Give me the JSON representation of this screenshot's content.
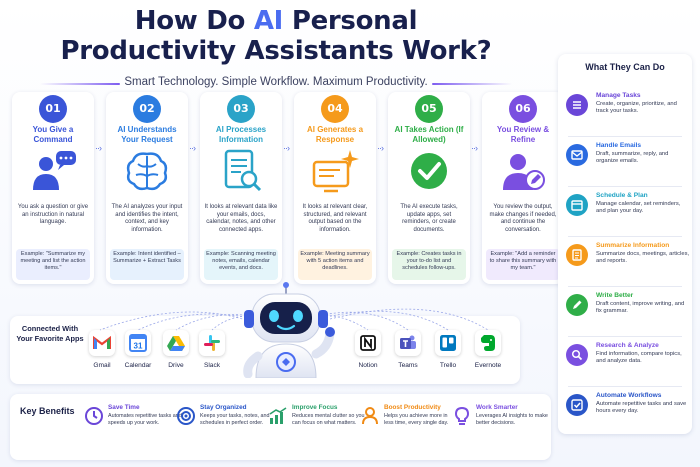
{
  "header": {
    "title_pre": "How Do ",
    "title_ai": "AI",
    "title_post": " Personal",
    "title_line2": "Productivity Assistants Work?",
    "subtitle": "Smart Technology. Simple Workflow. Maximum Productivity."
  },
  "steps": [
    {
      "num": "01",
      "title": "You Give a Command",
      "desc": "You ask a question or give an instruction in natural language.",
      "example": "Example: \"Summarize my meeting and list the action items.\"",
      "color": "#3a55d8",
      "light": "#eaeefe"
    },
    {
      "num": "02",
      "title": "AI Understands Your Request",
      "desc": "The AI analyzes your input and identifies the intent, context, and key information.",
      "example": "Example: Intent identified – Summarize + Extract Tasks",
      "color": "#2b7ce0",
      "light": "#e6f1fd"
    },
    {
      "num": "03",
      "title": "AI Processes Information",
      "desc": "It looks at relevant data like your emails, docs, calendar, notes, and other connected apps.",
      "example": "Example: Scanning meeting notes, emails, calendar events, and docs.",
      "color": "#2aa3c8",
      "light": "#e4f5fa"
    },
    {
      "num": "04",
      "title": "AI Generates a Response",
      "desc": "It looks at relevant clear, structured, and relevant output based on the information.",
      "example": "Example: Meeting summary with 5 action items and deadlines.",
      "color": "#f59a1b",
      "light": "#fff2e0"
    },
    {
      "num": "05",
      "title": "AI Takes Action (If Allowed)",
      "desc": "The AI execute tasks, update apps, set reminders, or create documents.",
      "example": "Example: Creates tasks in your to-do list and schedules follow-ups.",
      "color": "#2fae48",
      "light": "#e6f6e9"
    },
    {
      "num": "06",
      "title": "You Review & Refine",
      "desc": "You review the output, make changes if needed, and continue the conversation.",
      "example": "Example: \"Add a reminder to share this summary with my team.\"",
      "color": "#7a4fe0",
      "light": "#f0eafd"
    }
  ],
  "apps": {
    "label": "Connected With Your Favorite Apps",
    "items": [
      {
        "name": "Gmail",
        "icon": "gmail-icon"
      },
      {
        "name": "Calendar",
        "icon": "calendar-icon"
      },
      {
        "name": "Drive",
        "icon": "drive-icon"
      },
      {
        "name": "Slack",
        "icon": "slack-icon"
      },
      {
        "name": "Notion",
        "icon": "notion-icon"
      },
      {
        "name": "Teams",
        "icon": "teams-icon"
      },
      {
        "name": "Trello",
        "icon": "trello-icon"
      },
      {
        "name": "Evernote",
        "icon": "evernote-icon"
      }
    ],
    "calendar_day": "31"
  },
  "benefits": {
    "title": "Key Benefits",
    "items": [
      {
        "title": "Save Time",
        "desc": "Automates repetitive tasks and speeds up your work.",
        "color": "#6a46d8"
      },
      {
        "title": "Stay Organized",
        "desc": "Keeps your tasks, notes, and schedules in perfect order.",
        "color": "#2a56c8"
      },
      {
        "title": "Improve Focus",
        "desc": "Reduces mental clutter so you can focus on what matters.",
        "color": "#2aa06b"
      },
      {
        "title": "Boost Productivity",
        "desc": "Helps you achieve more in less time, every single day.",
        "color": "#f08a14"
      },
      {
        "title": "Work Smarter",
        "desc": "Leverages AI insights to make better decisions.",
        "color": "#7a4fe0"
      }
    ]
  },
  "panel": {
    "title": "What They Can Do",
    "items": [
      {
        "title": "Manage Tasks",
        "desc": "Create, organize, prioritize, and track your tasks.",
        "color": "#6a46d8",
        "icon": "task-list-icon"
      },
      {
        "title": "Handle Emails",
        "desc": "Draft, summarize, reply, and organize emails.",
        "color": "#2a6ae0",
        "icon": "email-icon"
      },
      {
        "title": "Schedule & Plan",
        "desc": "Manage calendar, set reminders, and plan your day.",
        "color": "#1fa3c4",
        "icon": "schedule-icon"
      },
      {
        "title": "Summarize Information",
        "desc": "Summarize docs, meetings, articles, and reports.",
        "color": "#f59a1b",
        "icon": "document-icon"
      },
      {
        "title": "Write Better",
        "desc": "Draft content, improve writing, and fix grammar.",
        "color": "#2fae48",
        "icon": "pencil-icon"
      },
      {
        "title": "Research & Analyze",
        "desc": "Find information, compare topics, and analyze data.",
        "color": "#7a4fe0",
        "icon": "magnifier-icon"
      },
      {
        "title": "Automate Workflows",
        "desc": "Automate repetitive tasks and save hours every day.",
        "color": "#2a56c8",
        "icon": "checkbox-icon"
      }
    ]
  }
}
